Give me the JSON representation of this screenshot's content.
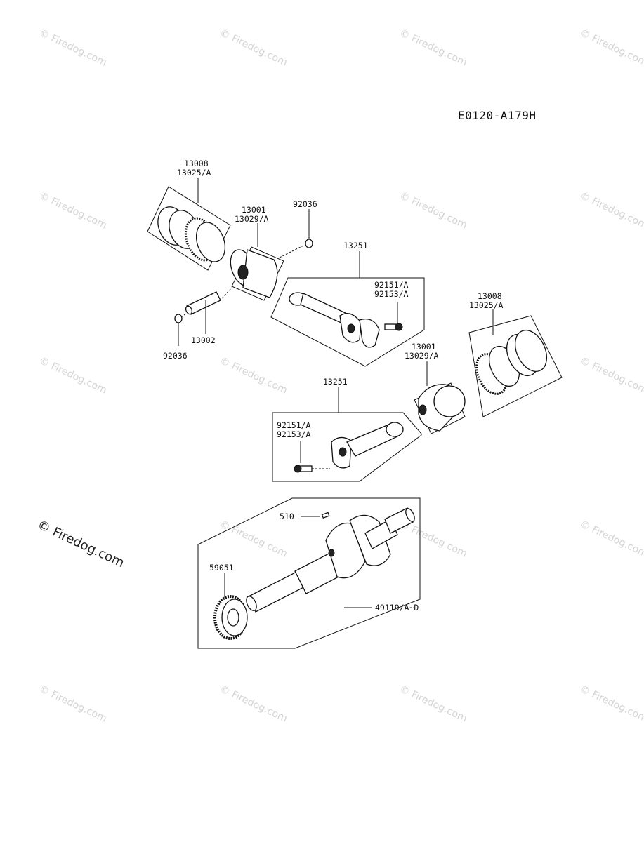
{
  "diagram_code": "E0120-A179H",
  "watermark": "© Firedog.com",
  "parts": {
    "rings_top": [
      "13008",
      "13025/A"
    ],
    "piston_top": [
      "13001",
      "13029/A"
    ],
    "circlip_top": "92036",
    "piston_pin": "13002",
    "circlip_bottom": "92036",
    "conrod_top": "13251",
    "bolts_top": [
      "92151/A",
      "92153/A"
    ],
    "rings_right": [
      "13008",
      "13025/A"
    ],
    "piston_right": [
      "13001",
      "13029/A"
    ],
    "conrod_bottom": "13251",
    "bolts_bottom": [
      "92151/A",
      "92153/A"
    ],
    "key": "510",
    "gear": "59051",
    "crankshaft": "49119/A~D"
  }
}
